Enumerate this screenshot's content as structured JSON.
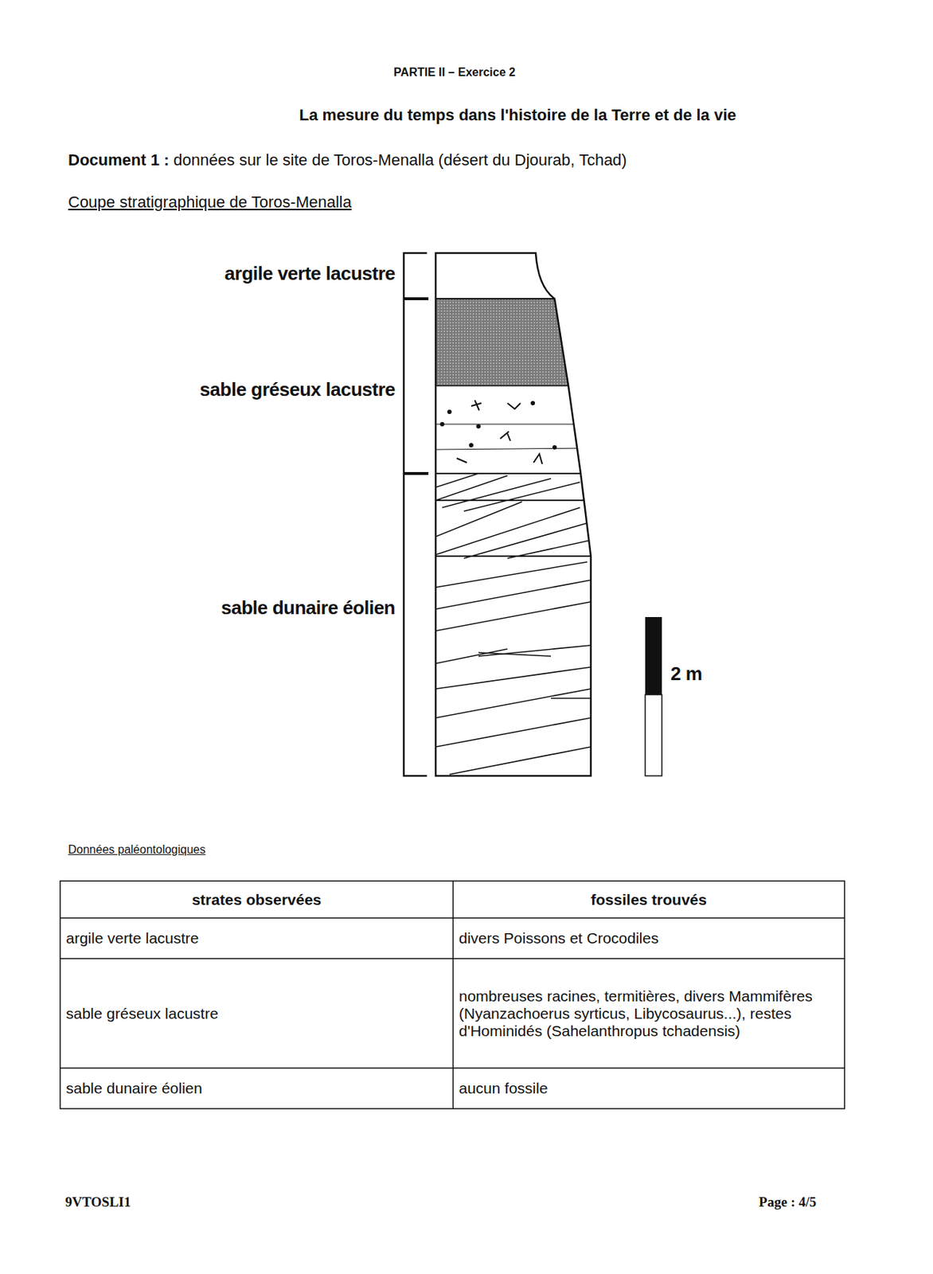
{
  "diagram": {
    "title": "PARTIE II – Exercice 2",
    "labels": [
      "La mesure du temps dans l'histoire de la Terre et de la vie",
      "Document 1 :",
      "données sur le site de Toros-Menalla (désert du Djourab, Tchad)",
      "Coupe stratigraphique de Toros-Menalla",
      "argile verte lacustre",
      "sable gréseux lacustre",
      "sable dunaire éolien",
      "2 m",
      "Données paléontologiques",
      "strates observées",
      "fossiles trouvés",
      "argile verte lacustre",
      "divers Poissons et Crocodiles",
      "sable gréseux lacustre",
      "nombreuses racines, termitières, divers Mammifères (Nyanzachoerus syrticus, Libycosaurus...), restes d'Hominidés (Sahelanthropus tchadensis)",
      "sable dunaire éolien",
      "aucun fossile",
      "9VTOSLI1",
      "Page : 4/5"
    ]
  }
}
